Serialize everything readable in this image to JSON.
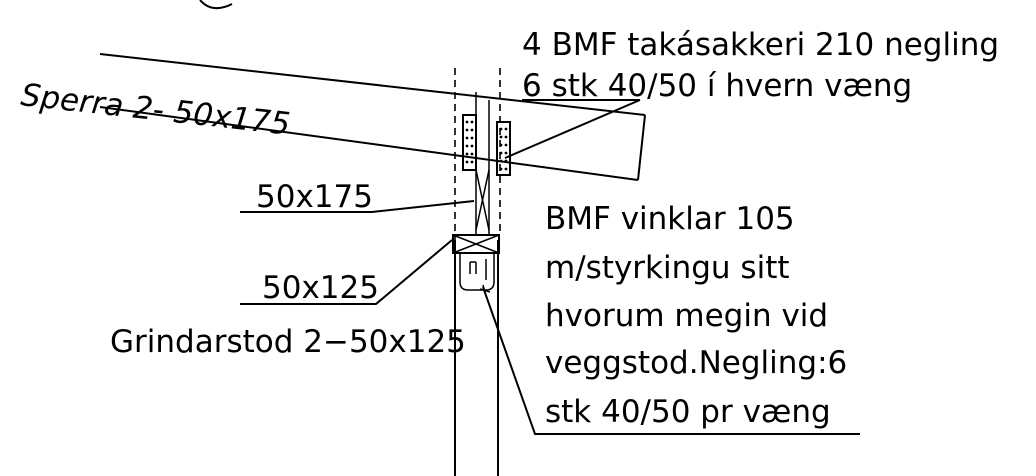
{
  "labels": {
    "rafter": "Sperra 2- 50x175",
    "roof_anchor_line1": "4 BMF takásakkeri 210 negling",
    "roof_anchor_line2": "6 stk 40/50 í hvern væng",
    "beam_upper": "50x175",
    "beam_lower": "50x125",
    "post": "Grindarstod 2−50x125",
    "angle_line1": "BMF vinklar 105",
    "angle_line2": "m/styrkingu sitt",
    "angle_line3": "hvorum megin vid",
    "angle_line4": "veggstod.Negling:6",
    "angle_line5": "stk 40/50 pr væng"
  },
  "colors": {
    "ink": "#000000",
    "paper": "#ffffff"
  }
}
